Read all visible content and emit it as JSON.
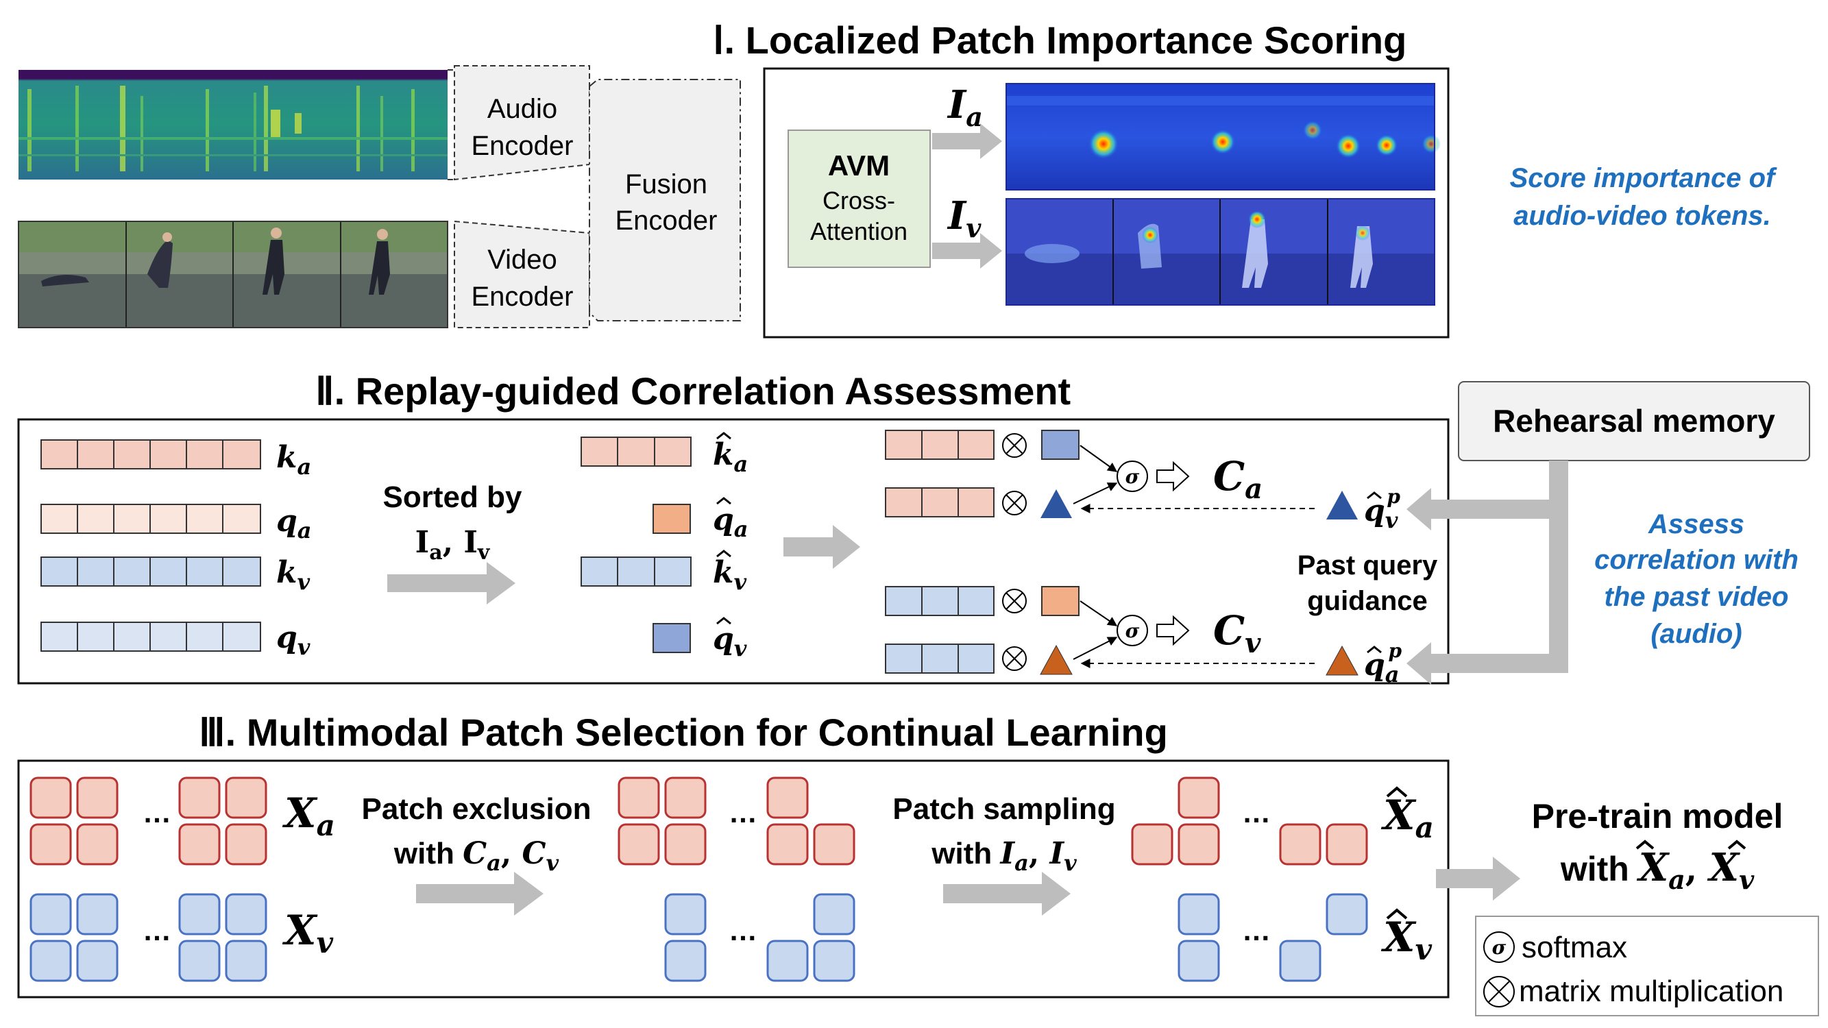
{
  "section1": {
    "title": "Ⅰ. Localized Patch Importance Scoring",
    "audio_encoder": [
      "Audio",
      "Encoder"
    ],
    "video_encoder": [
      "Video",
      "Encoder"
    ],
    "fusion_encoder": [
      "Fusion",
      "Encoder"
    ],
    "avm_title": "AVM",
    "avm_sub": [
      "Cross-",
      "Attention"
    ],
    "ia": "I",
    "ia_sub": "a",
    "iv": "I",
    "iv_sub": "v",
    "side_note": [
      "Score importance of",
      "audio-video tokens."
    ]
  },
  "section2": {
    "title": "Ⅱ. Replay-guided Correlation Assessment",
    "ka": "k",
    "ka_sub": "a",
    "qa": "q",
    "qa_sub": "a",
    "kv": "k",
    "kv_sub": "v",
    "qv": "q",
    "qv_sub": "v",
    "sorted_by": "Sorted by",
    "sorted_keys": "I",
    "ca": "C",
    "ca_sub": "a",
    "cv": "C",
    "cv_sub": "v",
    "past_query": [
      "Past query",
      "guidance"
    ],
    "rehearsal": "Rehearsal memory",
    "side_note": [
      "Assess",
      "correlation with",
      "the past video",
      "(audio)"
    ],
    "qvp_sup": "p",
    "qap_sup": "p"
  },
  "section3": {
    "title": "Ⅲ. Multimodal Patch Selection for Continual Learning",
    "xa": "X",
    "xa_sub": "a",
    "xv": "X",
    "xv_sub": "v",
    "exclusion": [
      "Patch exclusion",
      "with"
    ],
    "sampling": [
      "Patch sampling",
      "with"
    ],
    "pretrain": [
      "Pre-train model",
      "with"
    ],
    "ellipsis": "…"
  },
  "legend": {
    "sigma_symbol": "σ",
    "softmax": "softmax",
    "matmul": "matrix multiplication"
  },
  "colors": {
    "accent_blue_text": "#1f6fbf",
    "red_border": "#b83232",
    "red_fill": "#f5ccc0",
    "red_fill_light": "#fae6dc",
    "blue_border": "#4a72c4",
    "blue_fill": "#c8d8ee",
    "blue_fill_light": "#dbe4f3",
    "orange_fill": "#f2ae87",
    "dark_blue_fill": "#8ea7d8",
    "triangle_blue": "#2e55a0",
    "triangle_orange": "#c8601e",
    "avm_fill": "#e4efdb",
    "encoder_fill": "#f0f0f0",
    "arrow_gray": "#bdbdbd"
  }
}
